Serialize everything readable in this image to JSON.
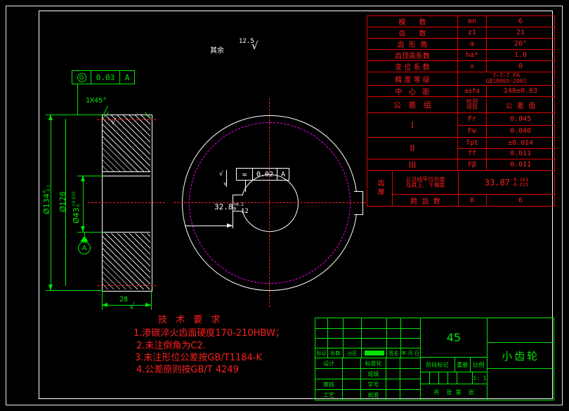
{
  "gear_table": {
    "rows": [
      {
        "label": "模      数",
        "sym": "mn",
        "val": "6"
      },
      {
        "label": "齿      数",
        "sym": "z1",
        "val": "21"
      },
      {
        "label": "齿  形  角",
        "sym": "α",
        "val": "20°"
      },
      {
        "label": "齿顶高系数",
        "sym": "ha*",
        "val": "1.0"
      },
      {
        "label": "变 位 系 数",
        "sym": "x",
        "val": "0"
      }
    ],
    "precision": {
      "label": "精 度 等 级",
      "line1": "7—7—7 FH",
      "line2": "GB10095—2001"
    },
    "center": {
      "label": "中   心   距",
      "sym": "a±fa",
      "val": "140±0.03"
    },
    "tol_header": {
      "c1": "公   差   组",
      "c2a": "检测",
      "c2b": "项目",
      "c3": "公  差  值"
    },
    "groups": [
      {
        "name": "I",
        "items": [
          {
            "sym": "Fr",
            "val": "0.045"
          },
          {
            "sym": "Fw",
            "val": "0.040"
          }
        ]
      },
      {
        "name": "II",
        "items": [
          {
            "sym": "fpt",
            "val": "±0.014"
          },
          {
            "sym": "ff",
            "val": "0.011"
          }
        ]
      },
      {
        "name": "III",
        "items": [
          {
            "sym": "Fβ",
            "val": "0.011"
          }
        ]
      }
    ],
    "thickness": {
      "side": "齿厚",
      "label1": "公法线平均长度",
      "label2": "及其上、下偏差",
      "value": "33.87",
      "sup": "-0.161",
      "sub": "-0.315"
    },
    "span_row": {
      "label": "跨  齿  数",
      "sym": "K",
      "val": "6"
    }
  },
  "tech": {
    "title": "技 术 要 求",
    "items": [
      "1.渗碳淬火齿面硬度170-210HBW；",
      "2.未注倒角为C2.",
      "3.未注形位公差按GB/T1184-K",
      "4.公差原则按GB/T 4249"
    ]
  },
  "title_block": {
    "material": "45",
    "part_name": "小齿轮",
    "rev": {
      "c1": "标记",
      "c2": "处数",
      "c3": "分区",
      "c5": "签名",
      "c6": "年 月 日"
    },
    "rows": [
      {
        "l": "设计",
        "r": "标准化"
      },
      {
        "l": "",
        "r": "班级"
      },
      {
        "l": "审核",
        "r": "学号"
      },
      {
        "l": "工艺",
        "r": "批准"
      }
    ],
    "stage": "阶段标记",
    "weight": "重量",
    "scale_label": "比例",
    "scale": "1: 1",
    "sheet": "共    张  第    张"
  },
  "dims": {
    "od": {
      "text": "Ø134",
      "sup": "0",
      "sub": "-0.1"
    },
    "rim": {
      "text": "Ø128"
    },
    "bore": {
      "text": "Ø43",
      "sup": "+0.025",
      "sub": "0"
    },
    "width": "28",
    "chamfer": "1X45°",
    "keyway": {
      "text": "32.8",
      "sup": "+0.2",
      "sub": "0"
    },
    "keyway_width": "12"
  },
  "fcf": {
    "concentricity": {
      "value": "0.03",
      "datum": "A"
    },
    "symmetry": {
      "symbol": "=",
      "value": "0.02",
      "datum": "A"
    }
  },
  "roughness": {
    "prefix": "其余",
    "value": "12.5",
    "mark": "√"
  },
  "datum": {
    "label": "A"
  }
}
